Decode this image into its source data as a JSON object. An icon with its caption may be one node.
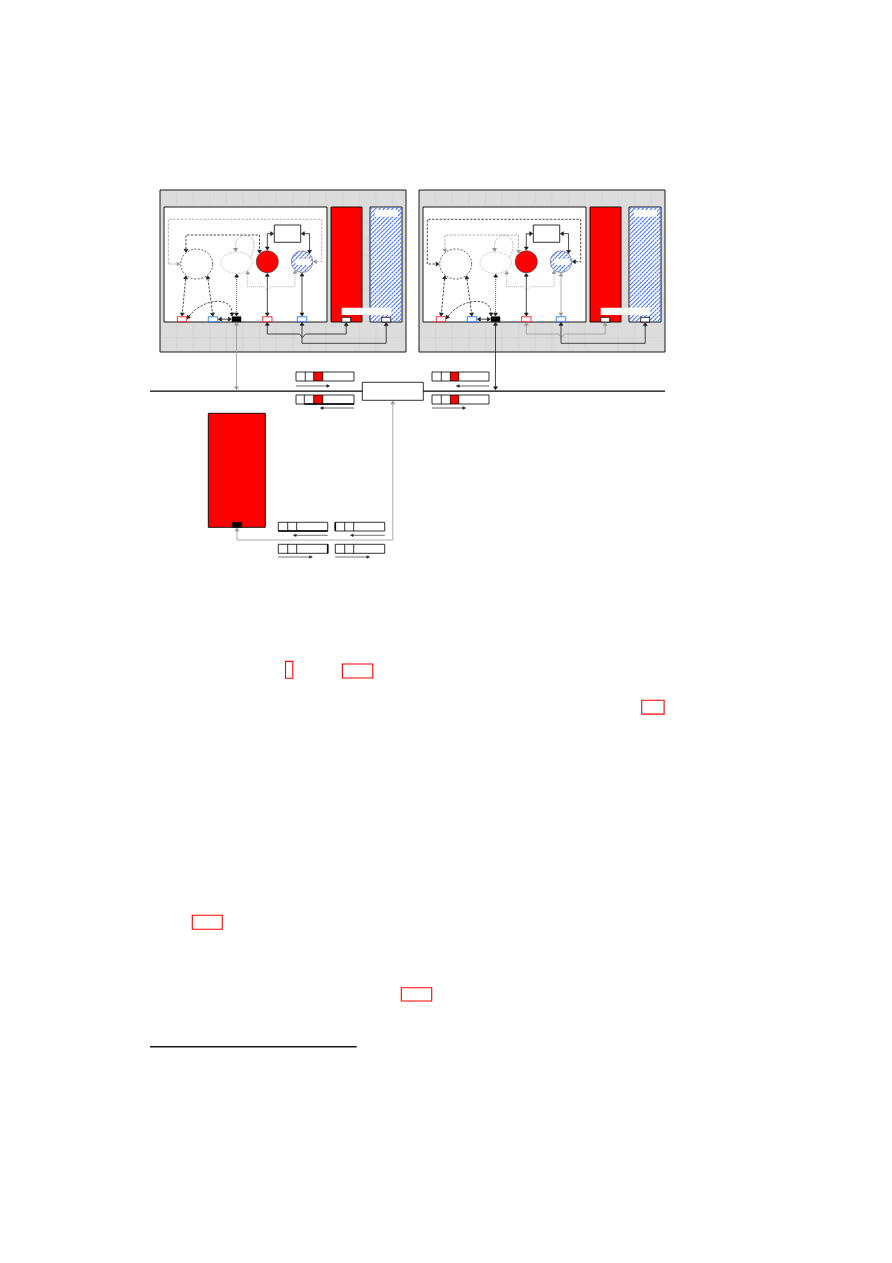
{
  "diagram": {
    "nodes": [
      {
        "text": [],
        "shape": "box"
      },
      {
        "text": [],
        "shape": "box",
        "in": 0
      },
      {
        "text": [],
        "shape": "box",
        "in": 1
      },
      {
        "text": [],
        "shape": "ellipse",
        "in": 1
      },
      {
        "text": [],
        "shape": "ellipse",
        "in": 1
      },
      {
        "text": [],
        "shape": "circle",
        "in": 1
      },
      {
        "text": [],
        "shape": "circle",
        "in": 1
      },
      {
        "text": [],
        "shape": "box",
        "in": 1
      },
      {
        "text": [],
        "shape": "box",
        "in": 1
      },
      {
        "text": [],
        "shape": "box",
        "in": 1
      },
      {
        "text": [],
        "shape": "box",
        "in": 1
      },
      {
        "text": [],
        "shape": "box",
        "in": 1
      },
      {
        "text": [],
        "shape": "bar",
        "in": 0
      },
      {
        "text": [],
        "shape": "box",
        "in": 12
      },
      {
        "text": [],
        "shape": "bar",
        "in": 0
      },
      {
        "text": [],
        "shape": "box",
        "in": 14
      },
      {
        "text": [],
        "shape": "box"
      },
      {
        "text": [],
        "shape": "box",
        "in": 16
      },
      {
        "text": [],
        "shape": "box",
        "in": 17
      },
      {
        "text": [],
        "shape": "ellipse",
        "in": 17
      },
      {
        "text": [],
        "shape": "ellipse",
        "in": 17
      },
      {
        "text": [],
        "shape": "circle",
        "in": 17
      },
      {
        "text": [],
        "shape": "circle",
        "in": 17
      },
      {
        "text": [],
        "shape": "box",
        "in": 17
      },
      {
        "text": [],
        "shape": "box",
        "in": 17
      },
      {
        "text": [],
        "shape": "box",
        "in": 17
      },
      {
        "text": [],
        "shape": "box",
        "in": 17
      },
      {
        "text": [],
        "shape": "box",
        "in": 17
      },
      {
        "text": [],
        "shape": "bar",
        "in": 16
      },
      {
        "text": [],
        "shape": "box",
        "in": 28
      },
      {
        "text": [],
        "shape": "bar",
        "in": 16
      },
      {
        "text": [],
        "shape": "box",
        "in": 30
      },
      {
        "text": [],
        "shape": "line"
      },
      {
        "text": [],
        "shape": "box"
      },
      {
        "text": [],
        "shape": "bar"
      },
      {
        "text": [],
        "shape": "box",
        "in": 34
      }
    ],
    "edges": [
      {
        "from": 6,
        "to": 3,
        "arrow": "both",
        "style": "dashed",
        "color": "#999999"
      },
      {
        "from": 3,
        "to": 5,
        "arrow": "both",
        "style": "dashed"
      },
      {
        "from": 4,
        "to": 4,
        "arrow": "to",
        "style": "dashed",
        "color": "#888888"
      },
      {
        "from": 2,
        "to": 5,
        "arrow": "both"
      },
      {
        "from": 2,
        "to": 6,
        "arrow": "both"
      },
      {
        "from": 4,
        "to": 6,
        "arrow": "both",
        "style": "dashed",
        "color": "#999999"
      },
      {
        "from": 5,
        "to": 10,
        "arrow": "both"
      },
      {
        "from": 6,
        "to": 11,
        "arrow": "both"
      },
      {
        "from": 4,
        "to": 9,
        "arrow": "both",
        "style": "dashed"
      },
      {
        "from": 3,
        "to": 7,
        "arrow": "both",
        "style": "dashed"
      },
      {
        "from": 3,
        "to": 8,
        "arrow": "both",
        "style": "dashed"
      },
      {
        "from": 7,
        "to": 9,
        "arrow": "both",
        "style": "dashed"
      },
      {
        "from": 8,
        "to": 9,
        "arrow": "both"
      },
      {
        "from": 10,
        "to": 13,
        "arrow": "both"
      },
      {
        "from": 11,
        "to": 15,
        "arrow": "both"
      },
      {
        "from": 22,
        "to": 19,
        "arrow": "both",
        "style": "dashed"
      },
      {
        "from": 19,
        "to": 21,
        "arrow": "both",
        "style": "dashed",
        "color": "#999999"
      },
      {
        "from": 20,
        "to": 20,
        "arrow": "to",
        "style": "dashed",
        "color": "#888888"
      },
      {
        "from": 18,
        "to": 21,
        "arrow": "both"
      },
      {
        "from": 18,
        "to": 22,
        "arrow": "both"
      },
      {
        "from": 20,
        "to": 22,
        "arrow": "both",
        "style": "dashed",
        "color": "#999999"
      },
      {
        "from": 21,
        "to": 26,
        "arrow": "both"
      },
      {
        "from": 22,
        "to": 27,
        "arrow": "both",
        "color": "#999999"
      },
      {
        "from": 20,
        "to": 25,
        "arrow": "both",
        "style": "dashed"
      },
      {
        "from": 19,
        "to": 23,
        "arrow": "both",
        "style": "dashed"
      },
      {
        "from": 19,
        "to": 24,
        "arrow": "both",
        "style": "dashed"
      },
      {
        "from": 23,
        "to": 25,
        "arrow": "both",
        "style": "dashed"
      },
      {
        "from": 24,
        "to": 25,
        "arrow": "both"
      },
      {
        "from": 26,
        "to": 29,
        "arrow": "both",
        "color": "#999999"
      },
      {
        "from": 27,
        "to": 31,
        "arrow": "both"
      },
      {
        "from": 9,
        "to": 32,
        "arrow": "both",
        "color": "#999999"
      },
      {
        "from": 25,
        "to": 32,
        "arrow": "both"
      },
      {
        "from": 33,
        "to": 35,
        "arrow": "both",
        "color": "#999999"
      }
    ]
  }
}
